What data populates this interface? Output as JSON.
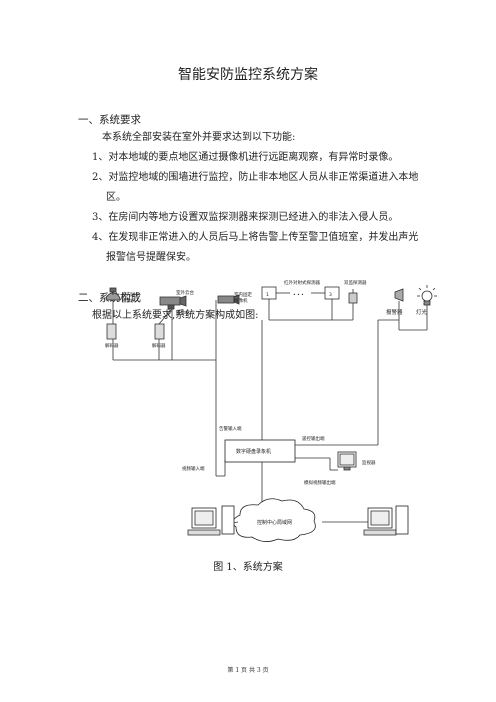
{
  "doc": {
    "title": "智能安防监控系统方案",
    "section1": {
      "heading": "一、系统要求",
      "intro": "本系统全部安装在室外并要求达到以下功能:",
      "items": [
        "1、对本地域的要点地区通过摄像机进行远距离观察，有异常时录像。",
        "2、对监控地域的围墙进行监控，防止非本地区人员从非正常渠道进入本地",
        "区。",
        "3、在房间内等地方设置双监探测器来探测已经进入的非法入侵人员。",
        "4、在发现非正常进入的人员后马上将告警上传至警卫值班室，并发出声光",
        "报警信号提醒保安。"
      ]
    },
    "section2": {
      "heading": "二、系统构成",
      "intro": "根据以上系统要求,系统方案构成如图:"
    },
    "figure_caption": "图 1、系统方案",
    "footer": "第 1 页  共 3 页"
  },
  "diagram": {
    "cam1": [
      "室内球形",
      "摄像机"
    ],
    "cam2": [
      "室外云台",
      "摄像机"
    ],
    "cam3": [
      "室内固定",
      "摄像机"
    ],
    "decoder1": "解码器",
    "decoder2": "解码器",
    "ir_detector": "红外对射式探测器",
    "dual_detector": "双监探测器",
    "node1": "1",
    "node3": "3",
    "dots": "• • •",
    "alarm": "报警器",
    "light": "灯光",
    "alarm_in": "告警输入端",
    "remote_out": "遥控输出端",
    "dvr": "数字硬盘录象机",
    "video_in": "视频输入端",
    "monitor": "监视器",
    "analog_out": "模拟视频输出端",
    "network": "控制中心局域网"
  }
}
